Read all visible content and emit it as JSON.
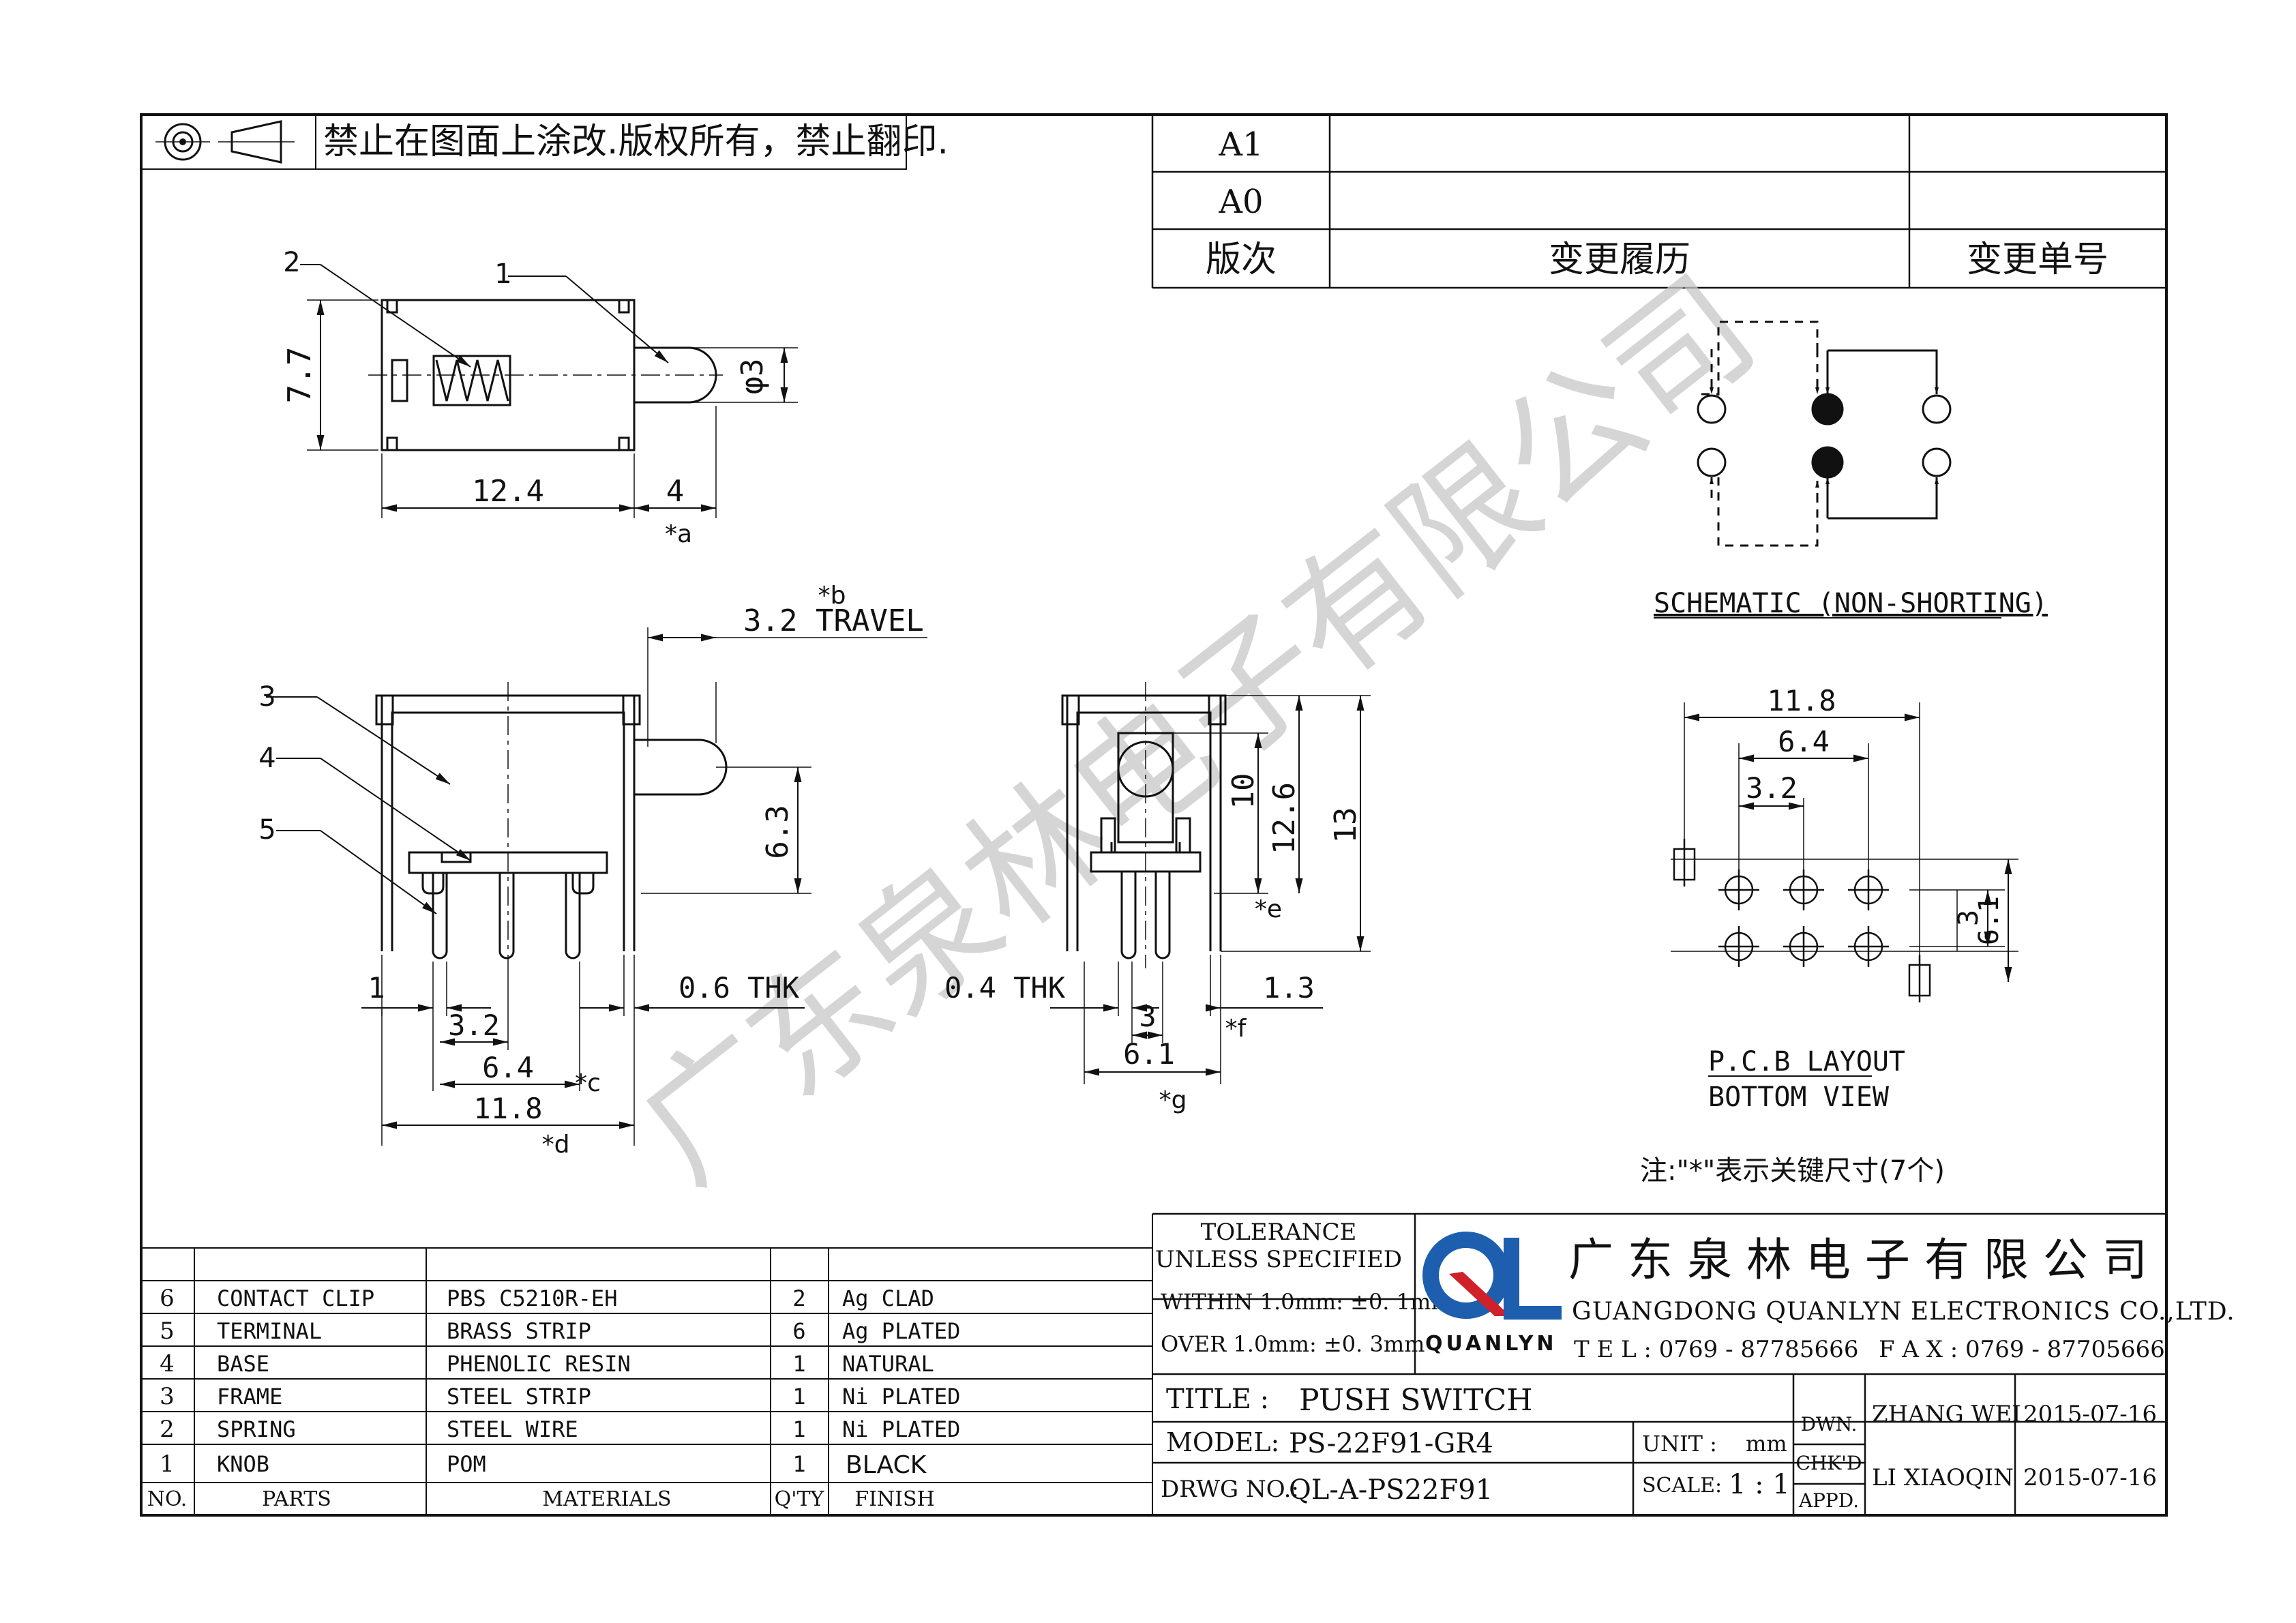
{
  "notice": "禁止在图面上涂改.版权所有，禁止翻印.",
  "revision": {
    "rows": [
      {
        "version": "A1",
        "change": "",
        "number": ""
      },
      {
        "version": "A0",
        "change": "",
        "number": ""
      }
    ],
    "header": {
      "version": "版次",
      "change": "变更履历",
      "number": "变更单号"
    }
  },
  "top_view": {
    "dims": {
      "height": "7.7",
      "dia": "φ3",
      "length": "12.4",
      "knob": "4",
      "star": "*a"
    },
    "callouts": [
      "1",
      "2"
    ]
  },
  "front_view": {
    "travel": "3.2  TRAVEL",
    "travel_star": "*b",
    "callouts": [
      "3",
      "4",
      "5"
    ],
    "dims": {
      "knob_h": "6.3",
      "one": "1",
      "thk": "0.6  THK",
      "d32": "3.2",
      "d64": "6.4",
      "d118": "11.8",
      "star_c": "*c",
      "star_d": "*d"
    }
  },
  "side_view": {
    "dims": {
      "h10": "10",
      "h126": "12.6",
      "h13": "13",
      "thk": "0.4  THK",
      "d13": "1.3",
      "d3": "3",
      "d61": "6.1",
      "star_e": "*e",
      "star_f": "*f",
      "star_g": "*g"
    }
  },
  "schematic": {
    "caption": "SCHEMATIC (NON-SHORTING)"
  },
  "pcb": {
    "dims": {
      "d118": "11.8",
      "d64": "6.4",
      "d32": "3.2",
      "d3": "3",
      "d61": "6.1"
    },
    "caption1": "P.C.B LAYOUT",
    "caption2": "BOTTOM  VIEW"
  },
  "note": "注:\"*\"表示关键尺寸(7个)",
  "watermark": "广东泉林电子有限公司",
  "parts": {
    "rows": [
      {
        "no": "6",
        "part": "CONTACT CLIP",
        "material": "PBS C5210R-EH",
        "qty": "2",
        "finish": "Ag CLAD"
      },
      {
        "no": "5",
        "part": "TERMINAL",
        "material": "BRASS STRIP",
        "qty": "6",
        "finish": "Ag PLATED"
      },
      {
        "no": "4",
        "part": "BASE",
        "material": "PHENOLIC RESIN",
        "qty": "1",
        "finish": "NATURAL"
      },
      {
        "no": "3",
        "part": "FRAME",
        "material": "STEEL STRIP",
        "qty": "1",
        "finish": "Ni PLATED"
      },
      {
        "no": "2",
        "part": "SPRING",
        "material": "STEEL WIRE",
        "qty": "1",
        "finish": "Ni PLATED"
      },
      {
        "no": "1",
        "part": "KNOB",
        "material": "POM",
        "qty": "1",
        "finish": "BLACK"
      }
    ],
    "header": {
      "no": "NO.",
      "part": "PARTS",
      "material": "MATERIALS",
      "qty": "Q'TY",
      "finish": "FINISH"
    }
  },
  "tolerance": {
    "line1": "TOLERANCE",
    "line2": "UNLESS SPECIFIED",
    "line3": "WITHIN 1.0mm: ±0. 1mm",
    "line4": "OVER 1.0mm:   ±0. 3mm"
  },
  "company": {
    "logo": "QL",
    "logo_text": "QUANLYN",
    "name_cn": "广 东 泉 林 电 子 有 限 公 司",
    "name_en": "GUANGDONG QUANLYN ELECTRONICS CO.,LTD.",
    "tel": "T E L : 0769 - 87785666",
    "fax": "F A X : 0769 - 87705666"
  },
  "title_block": {
    "title_label": "TITLE :",
    "title": "PUSH SWITCH",
    "model_label": "MODEL:",
    "model": "PS-22F91-GR4",
    "drwg_label": "DRWG NO.:",
    "drwg": "QL-A-PS22F91",
    "unit_label": "UNIT :",
    "unit": "mm",
    "scale_label": "SCALE:",
    "scale": "1 : 1",
    "dwn_label": "DWN.",
    "chkd_label": "CHK'D",
    "appd_label": "APPD.",
    "dwn_name": "ZHANG WEI",
    "dwn_date": "2015-07-16",
    "chk_name": "LI XIAOQIN",
    "chk_date": "2015-07-16"
  },
  "colors": {
    "logo_blue": "#1d5fae",
    "logo_red": "#d0202a",
    "ink": "#111111",
    "watermark": "#c8c8c8"
  }
}
